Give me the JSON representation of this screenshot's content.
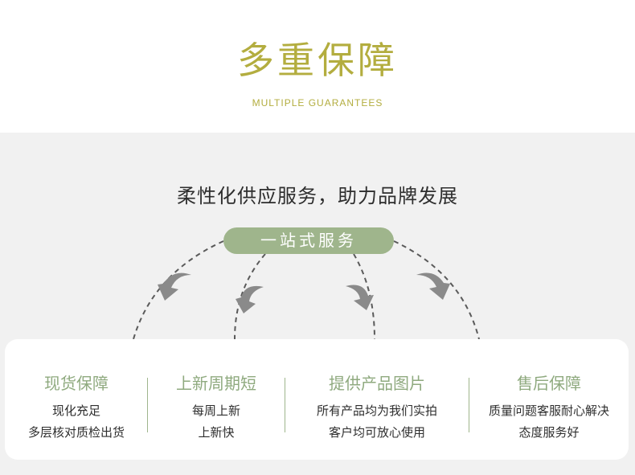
{
  "header": {
    "title": "多重保障",
    "subtitle": "MULTIPLE GUARANTEES"
  },
  "headline": "柔性化供应服务，助力品牌发展",
  "pill": "一站式服务",
  "features": [
    {
      "title": "现货保障",
      "line1": "现化充足",
      "line2": "多层核对质检出货"
    },
    {
      "title": "上新周期短",
      "line1": "每周上新",
      "line2": "上新快"
    },
    {
      "title": "提供产品图片",
      "line1": "所有产品均为我们实拍",
      "line2": "客户均可放心使用"
    },
    {
      "title": "售后保障",
      "line1": "质量问题客服耐心解决",
      "line2": "态度服务好"
    }
  ],
  "colors": {
    "accent_gold": "#b3ad3f",
    "accent_green": "#9fb58c",
    "text_dark": "#2e2e2e",
    "panel_bg": "#f1f1f1",
    "arrow_gray": "#8a8a8a"
  },
  "icons": [
    "curved-arrow-icon"
  ]
}
